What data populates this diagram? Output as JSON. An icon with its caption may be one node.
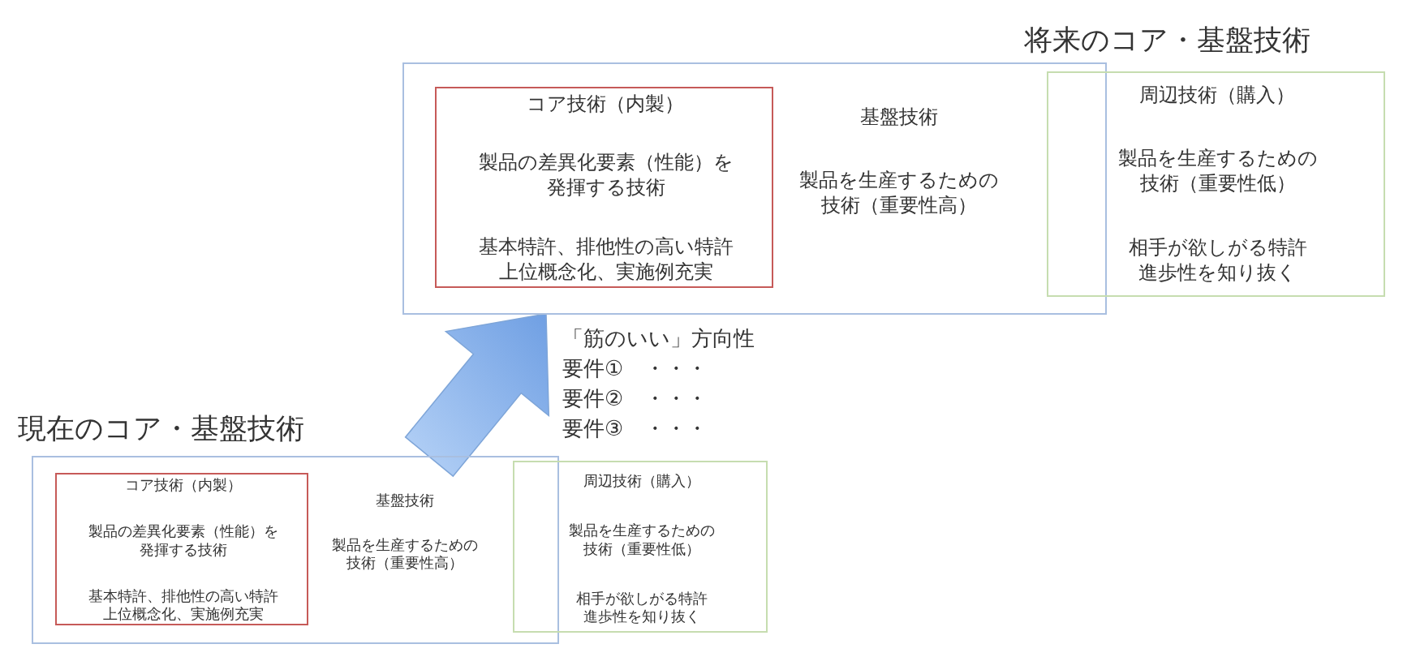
{
  "diagram": {
    "nodes": [
      {
        "text": [
          "基盤技術",
          "製品を生産するための技術（重要性高）"
        ]
      },
      {
        "text": [
          "コア技術（内製）",
          "製品の差異化要素（性能）を発揮する技術",
          "基本特許、排他性の高い特許上位概念化、実施例充実"
        ],
        "in": 0
      },
      {
        "text": [
          "周辺技術（購入）",
          "製品を生産するための技術（重要性低）",
          "相手が欲しがる特許進歩性を知り抜く"
        ]
      },
      {
        "text": [
          "基盤技術",
          "製品を生産するための技術（重要性高）"
        ]
      },
      {
        "text": [
          "コア技術（内製）",
          "製品の差異化要素（性能）を発揮する技術",
          "基本特許、排他性の高い特許上位概念化、実施例充実"
        ],
        "in": 3
      },
      {
        "text": [
          "周辺技術（購入）",
          "製品を生産するための技術（重要性低）",
          "相手が欲しがる特許進歩性を知り抜く"
        ]
      }
    ],
    "edges": [
      {
        "from": 3,
        "to": 0,
        "arrow": "to"
      }
    ],
    "labels": [
      "将来のコア・基盤技術",
      "「筋のいい」方向性",
      "要件①　・・・",
      "要件②　・・・",
      "現在のコア・基盤技術",
      "要件③　・・・"
    ]
  }
}
